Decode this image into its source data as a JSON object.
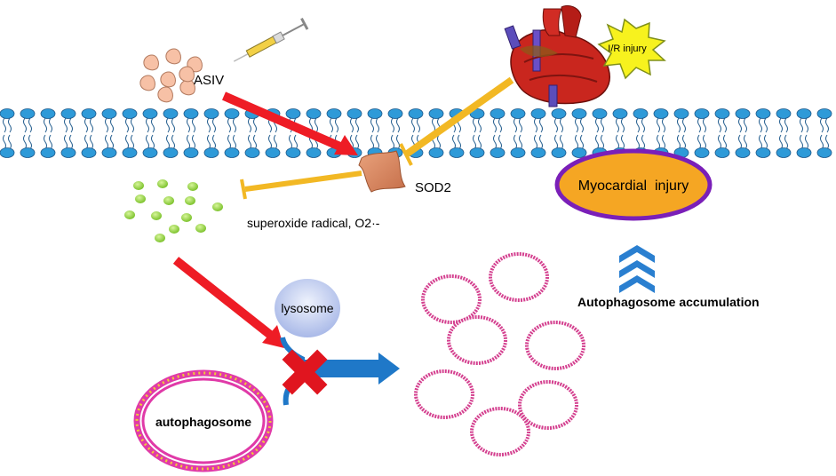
{
  "labels": {
    "drug": "ASIV",
    "injury_burst": "I/R injury",
    "enzyme": "SOD2",
    "radical": "superoxide radical, O2·-",
    "outcome": "Myocardial  injury",
    "accumulation": "Autophagosome accumulation",
    "lysosome": "lysosome",
    "autophagosome": "autophagosome"
  },
  "colors": {
    "membrane_head": "#2e9ad8",
    "membrane_tail": "#1f5a8c",
    "activation_arrow": "#ee1c25",
    "inhibition_bar": "#f2b824",
    "sod2_blob": "#d9825c",
    "radical_dot": "#8fd43a",
    "outcome_fill": "#f5a623",
    "outcome_border": "#7a1fb8",
    "chevron": "#2a7fd0",
    "lysosome": "#b8c7ee",
    "vesicle": "#d4408f",
    "autophagosome_border": "#e03aa8",
    "block_cross": "#e0151f",
    "flux_arrow": "#1f78c8"
  },
  "icons": [
    "syringe-icon",
    "heart-icon",
    "cross-block-icon"
  ]
}
